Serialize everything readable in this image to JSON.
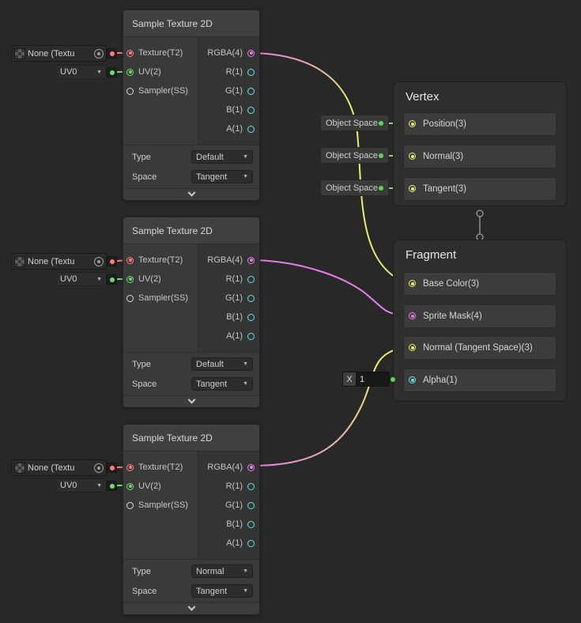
{
  "colors": {
    "background": "#282828",
    "type_texture": "#ff7a7a",
    "type_vector2": "#6fdc6f",
    "type_vector3": "#e8ef6a",
    "type_vector4": "#e77de7",
    "type_float": "#66e2e2",
    "type_sampler": "#d8d8d8",
    "inline_dot_green": "#5ad45a"
  },
  "icons": {
    "dropdown_arrow": "▼"
  },
  "texture_nodes": [
    {
      "title": "Sample Texture 2D",
      "texture_field": "None (Textu",
      "uv_channel": "UV0",
      "inputs": [
        "Texture(T2)",
        "UV(2)",
        "Sampler(SS)"
      ],
      "outputs": [
        "RGBA(4)",
        "R(1)",
        "G(1)",
        "B(1)",
        "A(1)"
      ],
      "type_label": "Type",
      "type_value": "Default",
      "space_label": "Space",
      "space_value": "Tangent"
    },
    {
      "title": "Sample Texture 2D",
      "texture_field": "None (Textu",
      "uv_channel": "UV0",
      "inputs": [
        "Texture(T2)",
        "UV(2)",
        "Sampler(SS)"
      ],
      "outputs": [
        "RGBA(4)",
        "R(1)",
        "G(1)",
        "B(1)",
        "A(1)"
      ],
      "type_label": "Type",
      "type_value": "Default",
      "space_label": "Space",
      "space_value": "Tangent"
    },
    {
      "title": "Sample Texture 2D",
      "texture_field": "None (Textu",
      "uv_channel": "UV0",
      "inputs": [
        "Texture(T2)",
        "UV(2)",
        "Sampler(SS)"
      ],
      "outputs": [
        "RGBA(4)",
        "R(1)",
        "G(1)",
        "B(1)",
        "A(1)"
      ],
      "type_label": "Type",
      "type_value": "Normal",
      "space_label": "Space",
      "space_value": "Tangent"
    }
  ],
  "vertex": {
    "title": "Vertex",
    "rows": [
      {
        "label": "Position(3)",
        "space": "Object Space"
      },
      {
        "label": "Normal(3)",
        "space": "Object Space"
      },
      {
        "label": "Tangent(3)",
        "space": "Object Space"
      }
    ]
  },
  "fragment": {
    "title": "Fragment",
    "rows": [
      {
        "label": "Base Color(3)"
      },
      {
        "label": "Sprite Mask(4)"
      },
      {
        "label": "Normal (Tangent Space)(3)"
      },
      {
        "label": "Alpha(1)"
      }
    ]
  },
  "alpha_input": {
    "label": "X",
    "value": "1"
  }
}
